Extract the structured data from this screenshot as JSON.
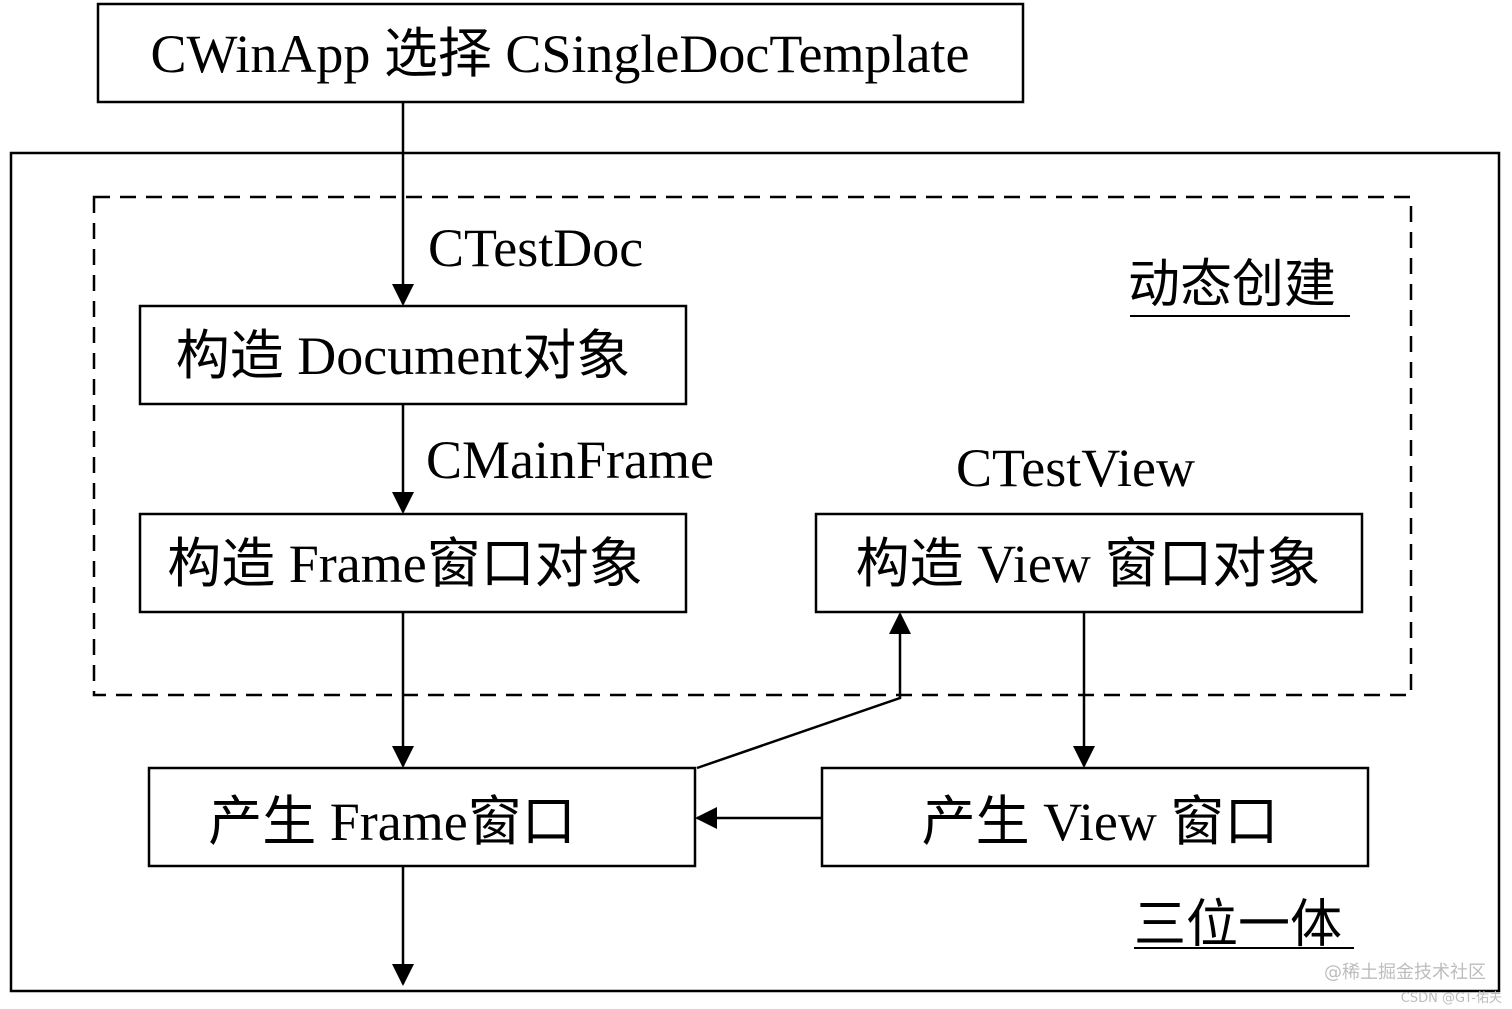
{
  "boxes": {
    "app": "CWinApp 选择 CSingleDocTemplate",
    "document": "构造 Document对象",
    "frame_obj": "构造 Frame窗口对象",
    "view_obj": "构造 View 窗口对象",
    "frame_window": "产生 Frame窗口",
    "view_window": "产生 View 窗口"
  },
  "labels": {
    "ctestdoc": "CTestDoc",
    "cmainframe": "CMainFrame",
    "ctestview": "CTestView"
  },
  "regions": {
    "dynamic": "动态创建",
    "trinity": "三位一体"
  },
  "watermark": {
    "site": "@稀土掘金技术社区",
    "author": "CSDN @GT-佑夫"
  }
}
